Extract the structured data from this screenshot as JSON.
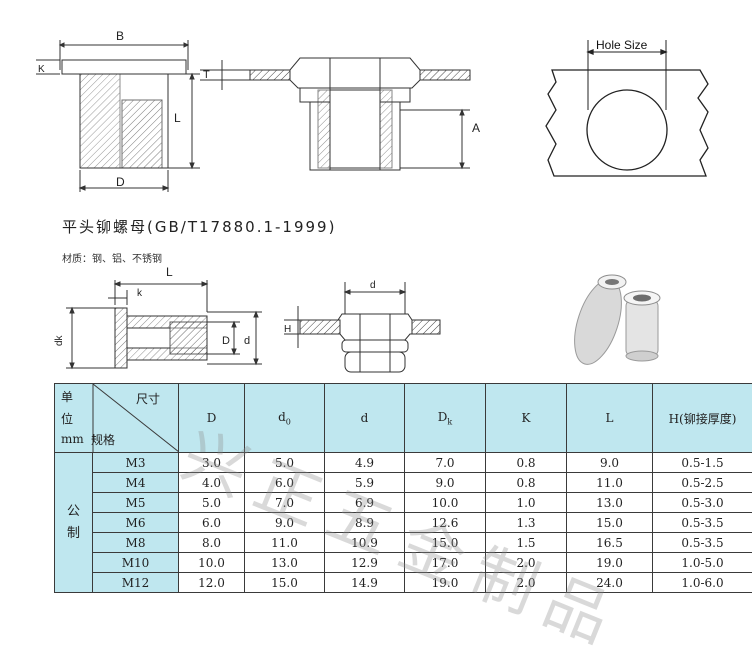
{
  "diagram_top": {
    "label_b": "B",
    "label_k": "K",
    "label_l": "L",
    "label_d": "D",
    "label_t": "T",
    "label_a": "A",
    "hole_size": "Hole Size"
  },
  "title": "平头铆螺母(GB/T17880.1-1999)",
  "material": "材质：钢、铝、不锈钢",
  "diagram_mid": {
    "label_l": "L",
    "label_k": "k",
    "label_dk": "dk",
    "label_D": "D",
    "label_d": "d",
    "label_H": "H",
    "label_d0": "d"
  },
  "table": {
    "corner_unit": [
      "单",
      "位",
      "mm"
    ],
    "corner_size": "尺寸",
    "corner_spec": "规格",
    "headers": [
      "D",
      "d",
      "d",
      "D",
      "K",
      "L",
      "H(铆接厚度)"
    ],
    "sub_d0": "0",
    "sub_dk": "k",
    "standard": [
      "公",
      "制"
    ],
    "rows": [
      {
        "spec": "M3",
        "cells": [
          "3.0",
          "5.0",
          "4.9",
          "7.0",
          "0.8",
          "9.0",
          "0.5-1.5"
        ]
      },
      {
        "spec": "M4",
        "cells": [
          "4.0",
          "6.0",
          "5.9",
          "9.0",
          "0.8",
          "11.0",
          "0.5-2.5"
        ]
      },
      {
        "spec": "M5",
        "cells": [
          "5.0",
          "7.0",
          "6.9",
          "10.0",
          "1.0",
          "13.0",
          "0.5-3.0"
        ]
      },
      {
        "spec": "M6",
        "cells": [
          "6.0",
          "9.0",
          "8.9",
          "12.6",
          "1.3",
          "15.0",
          "0.5-3.5"
        ]
      },
      {
        "spec": "M8",
        "cells": [
          "8.0",
          "11.0",
          "10.9",
          "15.0",
          "1.5",
          "16.5",
          "0.5-3.5"
        ]
      },
      {
        "spec": "M10",
        "cells": [
          "10.0",
          "13.0",
          "12.9",
          "17.0",
          "2.0",
          "19.0",
          "1.0-5.0"
        ]
      },
      {
        "spec": "M12",
        "cells": [
          "12.0",
          "15.0",
          "14.9",
          "19.0",
          "2.0",
          "24.0",
          "1.0-6.0"
        ]
      }
    ]
  },
  "watermark": "兴正五金制品"
}
